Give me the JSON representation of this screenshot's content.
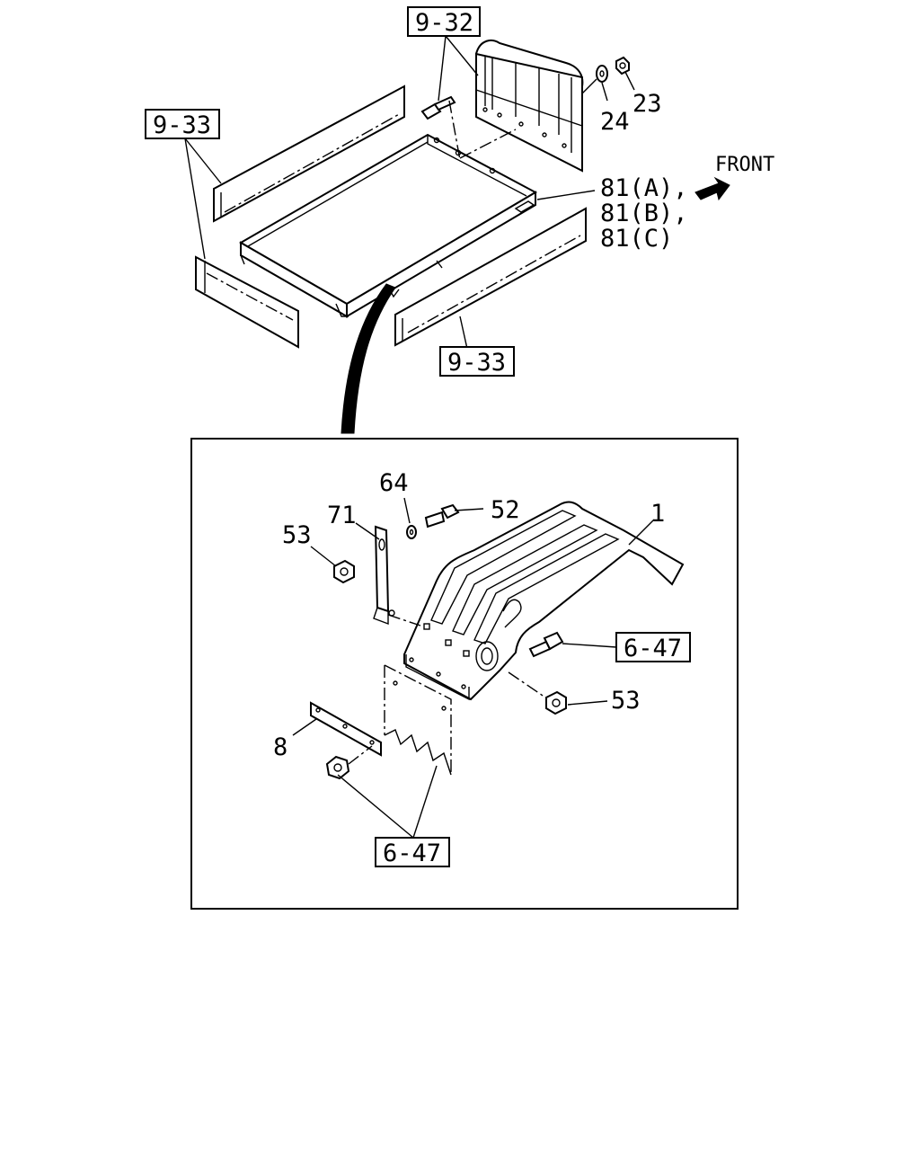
{
  "diagram": {
    "front_label": "FRONT",
    "upper": {
      "ref_9_32": "9-32",
      "ref_9_33_left": "9-33",
      "ref_9_33_bottom": "9-33",
      "part_23": "23",
      "part_24": "24",
      "part_81_a": "81(A),",
      "part_81_b": "81(B),",
      "part_81_c": "81(C)"
    },
    "detail": {
      "part_1": "1",
      "part_8": "8",
      "part_52": "52",
      "part_53_left": "53",
      "part_53_right": "53",
      "part_64": "64",
      "part_71": "71",
      "ref_6_47_right": "6-47",
      "ref_6_47_bottom": "6-47"
    }
  }
}
